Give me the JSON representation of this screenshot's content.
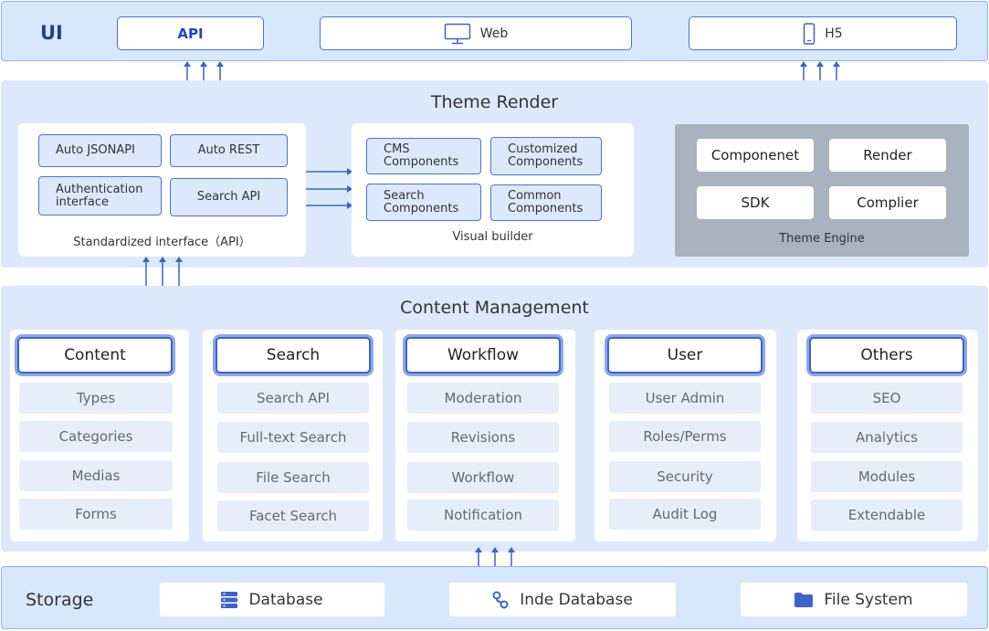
{
  "ui_layer": {
    "title": "UI",
    "api": "API",
    "web": "Web",
    "h5": "H5"
  },
  "theme_render": {
    "title": "Theme Render",
    "api_panel": {
      "chips": [
        "Auto JSONAPI",
        "Auto REST",
        "Authentication interface",
        "Search API"
      ],
      "label": "Standardized interface（API）"
    },
    "builder_panel": {
      "chips": [
        "CMS Components",
        "Customized Components",
        "Search Components",
        "Common Components"
      ],
      "label": "Visual builder"
    },
    "engine": {
      "boxes": [
        "Componenet",
        "Render",
        "SDK",
        "Complier"
      ],
      "label": "Theme Engine"
    }
  },
  "content_management": {
    "title": "Content Management",
    "columns": [
      {
        "head": "Content",
        "items": [
          "Types",
          "Categories",
          "Medias",
          "Forms"
        ]
      },
      {
        "head": "Search",
        "items": [
          "Search API",
          "Full-text Search",
          "File Search",
          "Facet Search"
        ]
      },
      {
        "head": "Workflow",
        "items": [
          "Moderation",
          "Revisions",
          "Workflow",
          "Notification"
        ]
      },
      {
        "head": "User",
        "items": [
          "User Admin",
          "Roles/Perms",
          "Security",
          "Audit Log"
        ]
      },
      {
        "head": "Others",
        "items": [
          "SEO",
          "Analytics",
          "Modules",
          "Extendable"
        ]
      }
    ]
  },
  "storage": {
    "title": "Storage",
    "items": [
      {
        "label": "Database",
        "icon": "database-icon"
      },
      {
        "label": "Inde Database",
        "icon": "linked-database-icon"
      },
      {
        "label": "File System",
        "icon": "folder-icon"
      }
    ]
  },
  "colors": {
    "accent": "#3d62c9",
    "band": "#d8e8fb",
    "engine": "#a9b2bf"
  }
}
